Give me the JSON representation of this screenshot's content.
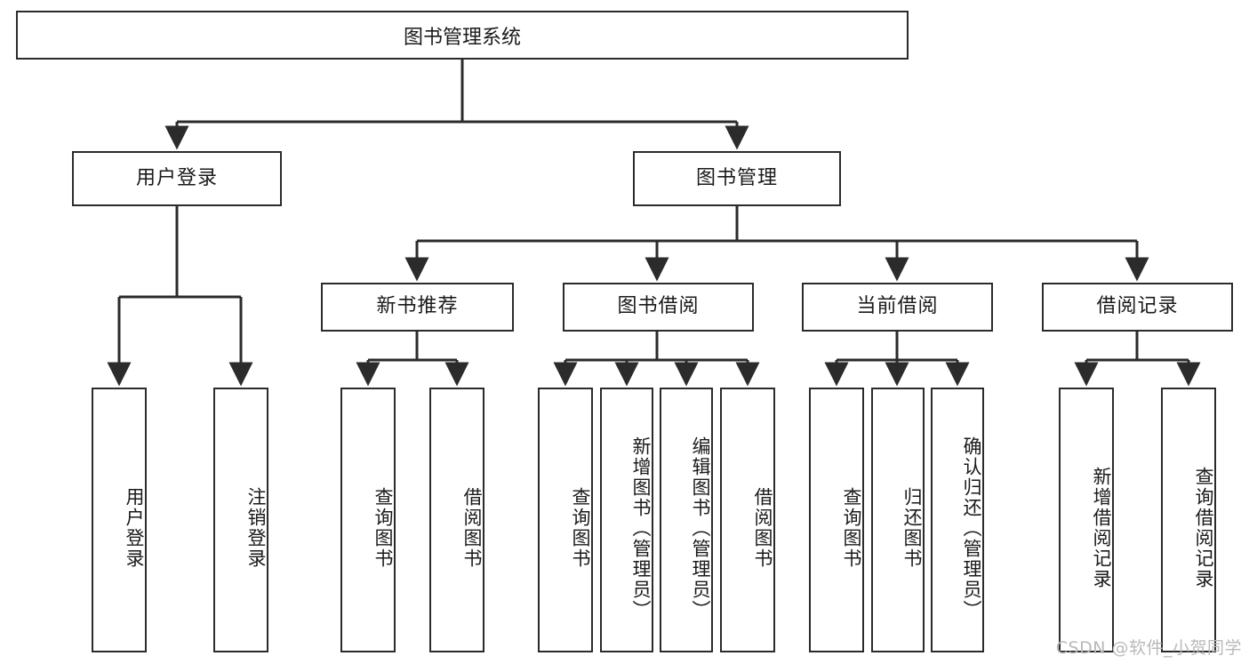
{
  "diagram": {
    "title": "图书管理系统",
    "type": "tree",
    "root": {
      "id": "root",
      "label": "图书管理系统",
      "orientation": "horizontal"
    },
    "level2": [
      {
        "id": "user-login",
        "label": "用户登录",
        "orientation": "horizontal"
      },
      {
        "id": "book-manage",
        "label": "图书管理",
        "orientation": "horizontal"
      }
    ],
    "level3": [
      {
        "id": "new-book-rec",
        "label": "新书推荐",
        "orientation": "horizontal",
        "parent": "book-manage"
      },
      {
        "id": "book-borrow",
        "label": "图书借阅",
        "orientation": "horizontal",
        "parent": "book-manage"
      },
      {
        "id": "current-borrow",
        "label": "当前借阅",
        "orientation": "horizontal",
        "parent": "book-manage"
      },
      {
        "id": "borrow-record",
        "label": "借阅记录",
        "orientation": "horizontal",
        "parent": "book-manage"
      }
    ],
    "leaves": [
      {
        "id": "leaf-user-login",
        "label": "用户登录",
        "orientation": "vertical",
        "parent": "user-login"
      },
      {
        "id": "leaf-logout",
        "label": "注销登录",
        "orientation": "vertical",
        "parent": "user-login"
      },
      {
        "id": "leaf-query-book-1",
        "label": "查询图书",
        "orientation": "vertical",
        "parent": "new-book-rec"
      },
      {
        "id": "leaf-borrow-book-1",
        "label": "借阅图书",
        "orientation": "vertical",
        "parent": "new-book-rec"
      },
      {
        "id": "leaf-query-book-2",
        "label": "查询图书",
        "orientation": "vertical",
        "parent": "book-borrow"
      },
      {
        "id": "leaf-add-book",
        "label": "新增图书（管理员）",
        "orientation": "vertical",
        "parent": "book-borrow"
      },
      {
        "id": "leaf-edit-book",
        "label": "编辑图书（管理员）",
        "orientation": "vertical",
        "parent": "book-borrow"
      },
      {
        "id": "leaf-borrow-book-2",
        "label": "借阅图书",
        "orientation": "vertical",
        "parent": "book-borrow"
      },
      {
        "id": "leaf-query-book-3",
        "label": "查询图书",
        "orientation": "vertical",
        "parent": "current-borrow"
      },
      {
        "id": "leaf-return-book",
        "label": "归还图书",
        "orientation": "vertical",
        "parent": "current-borrow"
      },
      {
        "id": "leaf-confirm-return",
        "label": "确认归还（管理员）",
        "orientation": "vertical",
        "parent": "current-borrow"
      },
      {
        "id": "leaf-add-record",
        "label": "新增借阅记录",
        "orientation": "vertical",
        "parent": "borrow-record"
      },
      {
        "id": "leaf-query-record",
        "label": "查询借阅记录",
        "orientation": "vertical",
        "parent": "borrow-record"
      }
    ],
    "colors": {
      "stroke": "#2b2b2b",
      "fill": "#ffffff",
      "text": "#1a1a1a",
      "watermark": "#b9b9b9"
    }
  },
  "watermark": {
    "text": "CSDN @软件_小贺同学"
  }
}
